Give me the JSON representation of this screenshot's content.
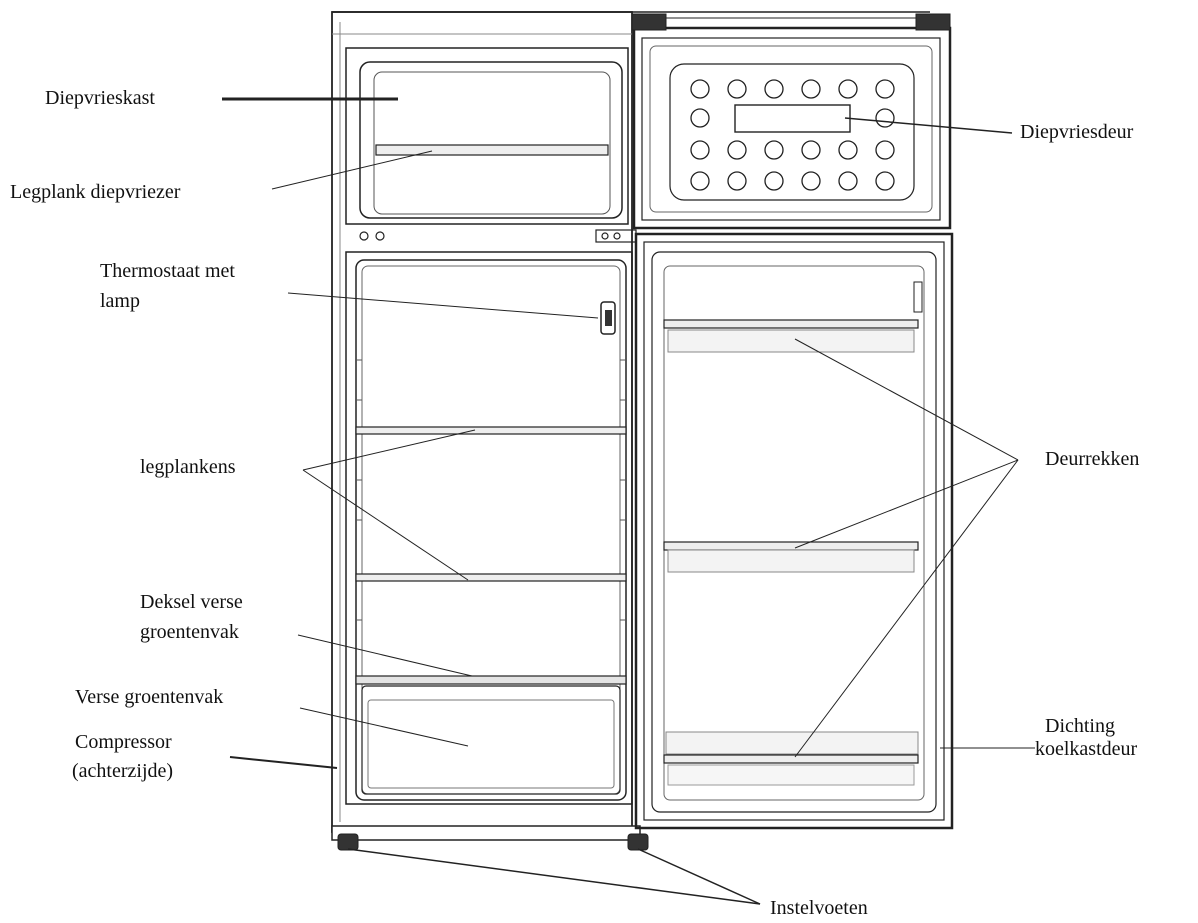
{
  "labels": {
    "diepvrieskast": "Diepvrieskast",
    "legplank_diepvriezer": "Legplank diepvriezer",
    "thermostaat_line1": "Thermostaat met",
    "thermostaat_line2": "lamp",
    "legplankens": "legplankens",
    "deksel_line1": "Deksel verse",
    "deksel_line2": "groentenvak",
    "verse_groentenvak": "Verse groentenvak",
    "compressor_line1": "Compressor",
    "compressor_line2": "(achterzijde)",
    "diepvriesdeur": "Diepvriesdeur",
    "deurrekken": "Deurrekken",
    "dichting_line1": "Dichting",
    "dichting_line2": "koelkastdeur",
    "instelvoeten": "Instelvoeten"
  },
  "colors": {
    "line": "#222222",
    "light": "#888888",
    "shelf_fill": "#e8e8e8"
  }
}
